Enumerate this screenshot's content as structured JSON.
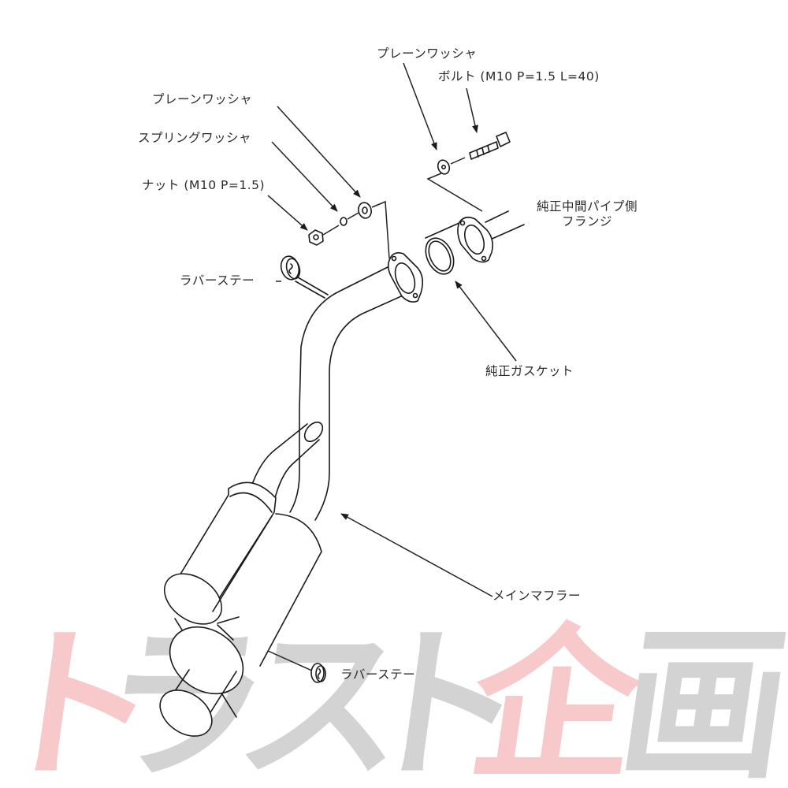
{
  "diagram": {
    "title": "Exhaust system exploded parts diagram",
    "line_color": "#1a1a1a",
    "labels": {
      "bolt_washer": "プレーンワッシャ",
      "bolt": "ボルト (M10 P=1.5 L=40)",
      "nut_plain_washer": "プレーンワッシャ",
      "spring_washer": "スプリングワッシャ",
      "nut": "ナット (M10 P=1.5)",
      "flange_line1": "純正中間パイプ側",
      "flange_line2": "フランジ",
      "rubber_stay_upper": "ラバーステー",
      "gasket": "純正ガスケット",
      "main_muffler": "メインマフラー",
      "rubber_stay_lower": "ラバーステー"
    }
  },
  "watermark": {
    "chars": [
      "ト",
      "ラ",
      "ス",
      "ト",
      "企",
      "画"
    ],
    "colors": {
      "accent": "#F7C9CA",
      "neutral": "#D3D3D3"
    }
  }
}
